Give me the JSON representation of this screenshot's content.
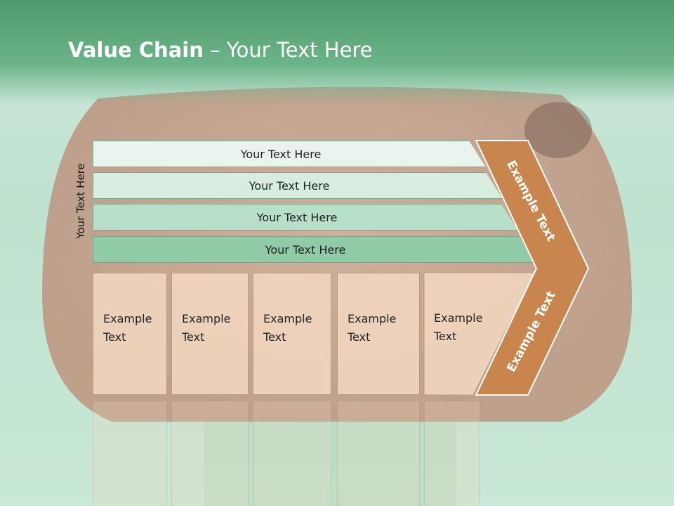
{
  "slide": {
    "title_bold": "Value Chain",
    "title_rest": " – Your Text Here",
    "vertical_label": "Your Text Here",
    "bars": [
      "Your Text Here",
      "Your Text Here",
      "Your Text Here",
      "Your Text Here"
    ],
    "boxes": [
      {
        "line1": "Example",
        "line2": "Text"
      },
      {
        "line1": "Example",
        "line2": "Text"
      },
      {
        "line1": "Example",
        "line2": "Text"
      },
      {
        "line1": "Example",
        "line2": "Text"
      },
      {
        "line1": "Example",
        "line2": "Text"
      }
    ],
    "chevron_top_text": "Example Text",
    "chevron_bottom_text": "Example Text"
  },
  "colors": {
    "header_green": "#4f9a6c",
    "chevron_orange": "#c8864e",
    "box_peach": "#f0d5be",
    "bar_green_dark": "#8fcba7"
  }
}
